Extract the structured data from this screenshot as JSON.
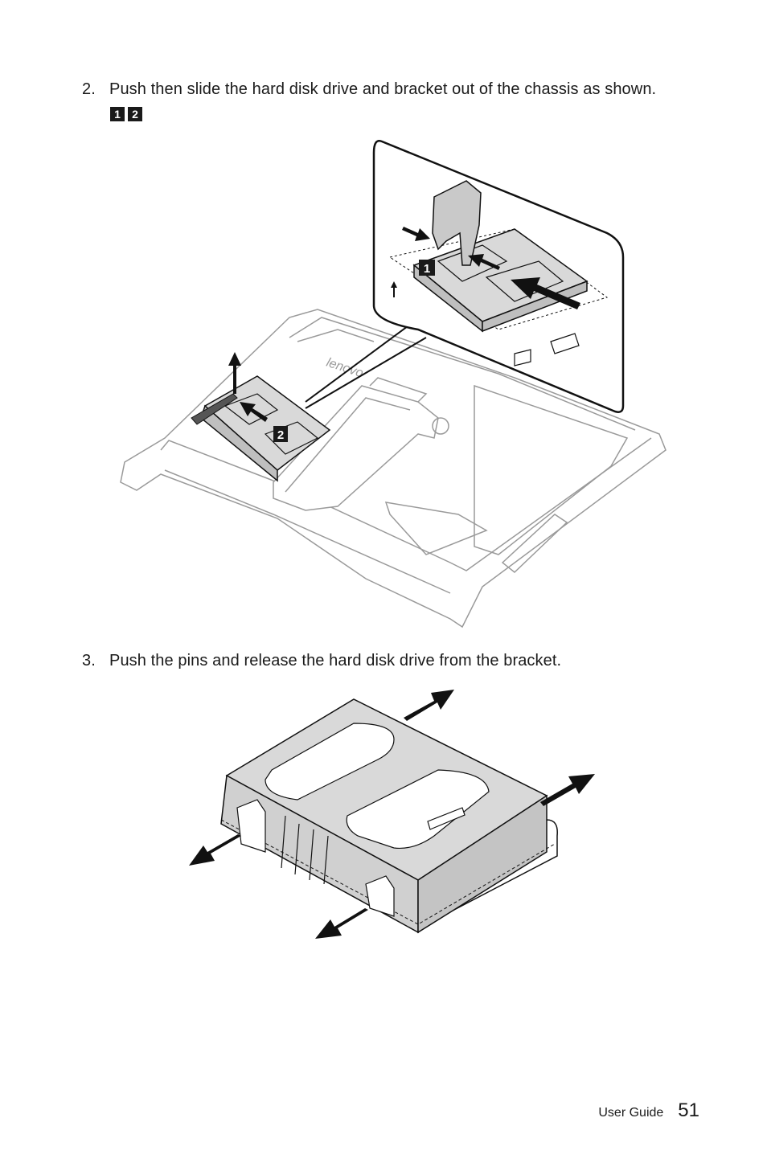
{
  "steps": [
    {
      "number": "2.",
      "text": "Push then slide the hard disk drive and bracket out of the chassis as shown."
    },
    {
      "number": "3.",
      "text": "Push the pins and release the hard disk drive from the bracket."
    }
  ],
  "step_badges": [
    "1",
    "2"
  ],
  "figure1": {
    "callout_1": "1",
    "callout_2": "2",
    "logo_text": "lenovo"
  },
  "footer": {
    "label": "User Guide",
    "page_number": "51"
  },
  "colors": {
    "text": "#1a1a1a",
    "drive_fill": "#d9d9d9",
    "arrow": "#111111"
  }
}
